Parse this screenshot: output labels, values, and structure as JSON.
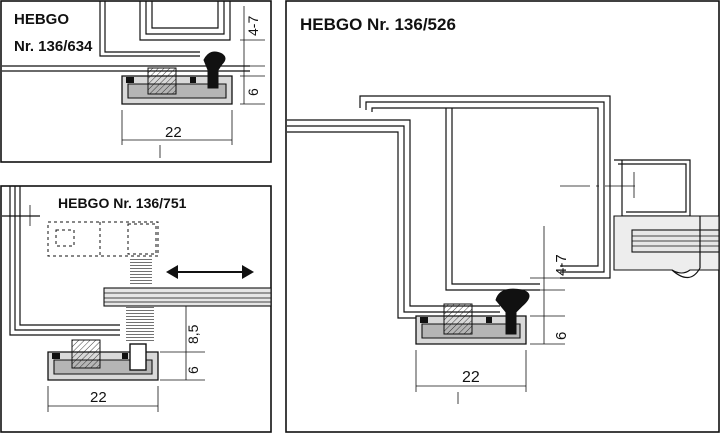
{
  "panels": {
    "top_left": {
      "title_line1": "HEBGO",
      "title_line2": "Nr. 136/634",
      "dim_gap": "4-7",
      "dim_height": "6",
      "dim_width": "22"
    },
    "bottom_left": {
      "title": "HEBGO Nr. 136/751",
      "dim_gap": "8,5",
      "dim_height": "6",
      "dim_width": "22"
    },
    "right": {
      "title": "HEBGO Nr. 136/526",
      "dim_gap": "4-7",
      "dim_height": "6",
      "dim_width": "22"
    }
  },
  "colors": {
    "ink": "#111111",
    "profile_fill": "#d9d9d9",
    "background": "#ffffff"
  }
}
